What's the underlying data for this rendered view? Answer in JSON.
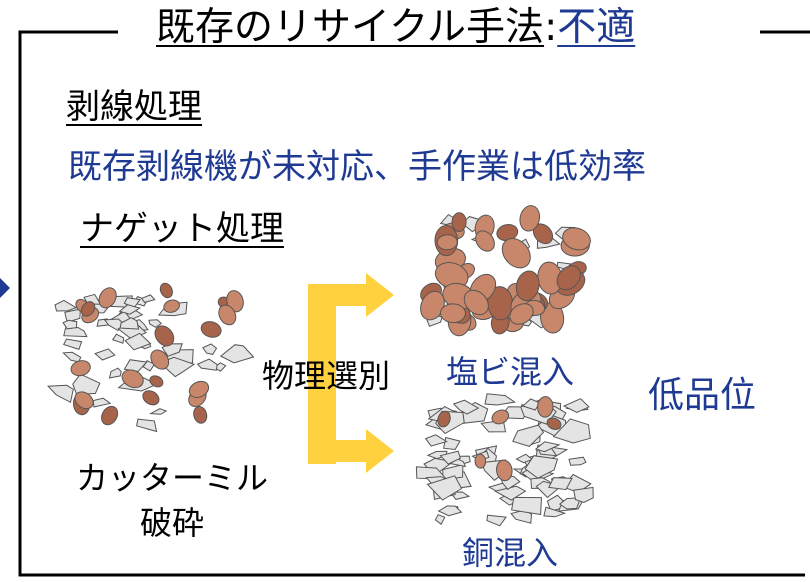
{
  "header": {
    "title_main": "既存のリサイクル手法",
    "title_sep": ":",
    "title_verdict": "不適"
  },
  "section_stripping": {
    "heading": "剥線処理",
    "description": "既存剥線機が未対応、手作業は低効率"
  },
  "section_nugget": {
    "heading": "ナゲット処理",
    "cutter_label_line1": "カッターミル",
    "cutter_label_line2": "破砕",
    "separation_label": "物理選別",
    "output_pvc_label": "塩ビ混入",
    "output_copper_label": "銅混入",
    "result_label": "低品位"
  },
  "colors": {
    "accent": "#1f3a93",
    "arrow": "#ffd13f",
    "copper": "#c8876a",
    "copper_dark": "#a8644a",
    "pvc_gray": "#e4e4e4",
    "outline": "#555555"
  }
}
